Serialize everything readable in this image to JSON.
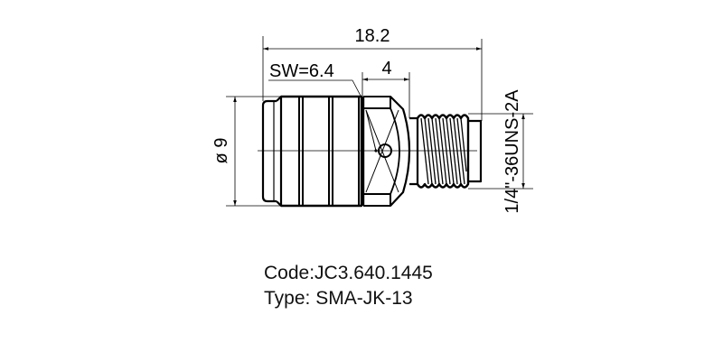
{
  "drawing": {
    "dimensions": {
      "overall_length": "18.2",
      "wrench_size": "SW=6.4",
      "hex_to_thread": "4",
      "body_diameter": "ø 9",
      "thread_spec": "1/4\"-36UNS-2A"
    },
    "colors": {
      "line": "#000000",
      "background": "#ffffff"
    }
  },
  "caption": {
    "code": "Code:JC3.640.1445",
    "type": "Type: SMA-JK-13"
  }
}
